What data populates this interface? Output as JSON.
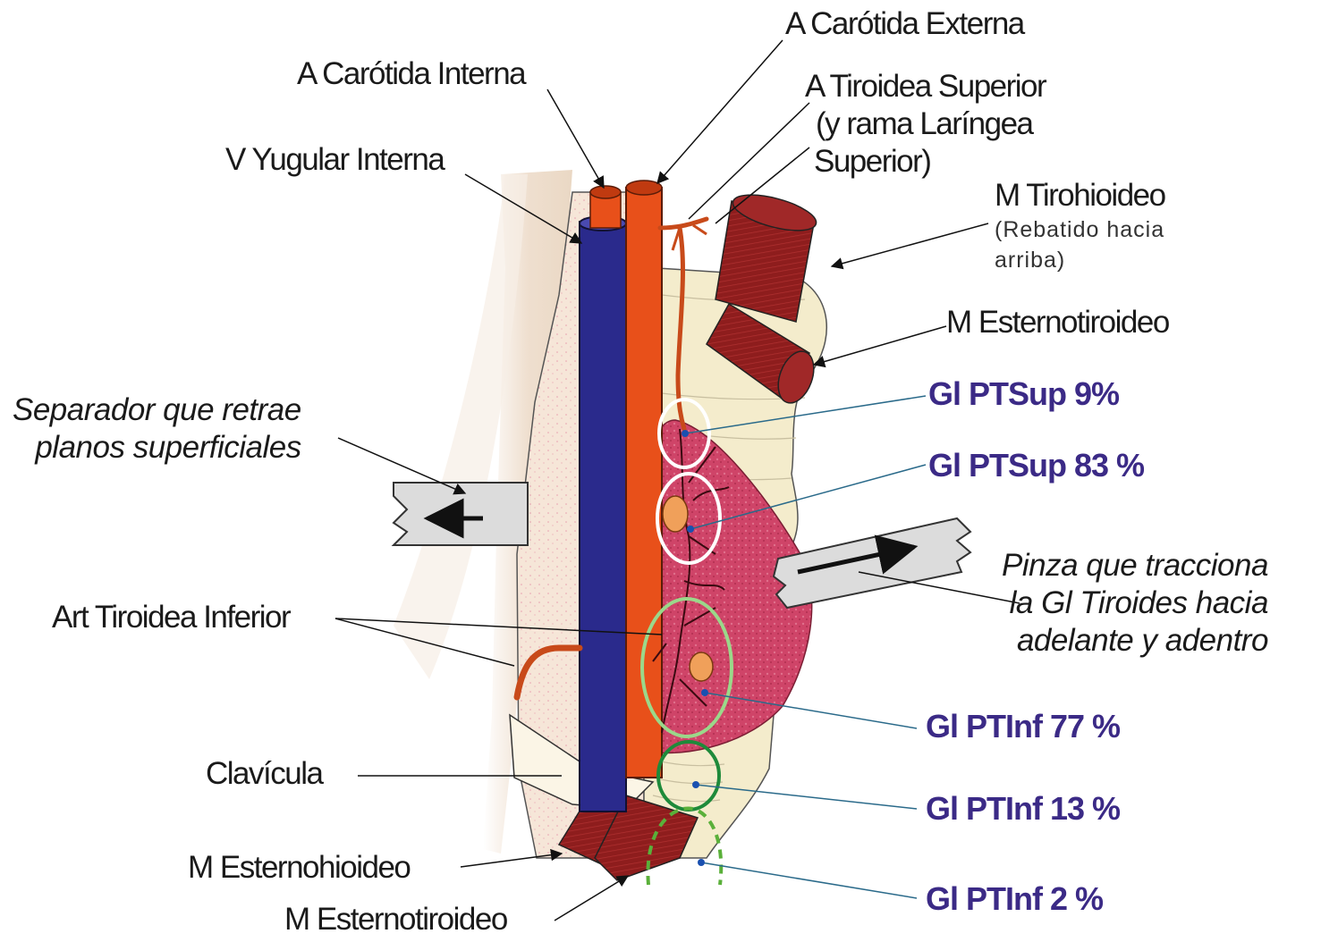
{
  "labels": {
    "carotida_externa": "A Carótida Externa",
    "carotida_interna": "A Carótida Interna",
    "tiroidea_superior": [
      "A Tiroidea Superior",
      "(y rama Laríngea",
      "Superior)"
    ],
    "yugular_interna": "V Yugular Interna",
    "tirohioideo": "M Tirohioideo",
    "tirohioideo_note": [
      "(Rebatido hacia",
      "arriba)"
    ],
    "esternotiroideo_upper": "M Esternotiroideo",
    "separador": [
      "Separador que retrae",
      "planos superficiales"
    ],
    "pinza": [
      "Pinza que tracciona",
      "la Gl Tiroides hacia",
      "adelante y adentro"
    ],
    "art_tiroidea_inferior": "Art Tiroidea Inferior",
    "clavicula": "Clavícula",
    "esternohioideo": "M Esternohioideo",
    "esternotiroideo_lower": "M Esternotiroideo"
  },
  "glands": [
    {
      "label": "Gl PTSup 9%"
    },
    {
      "label": "Gl PTSup 83 %"
    },
    {
      "label": "Gl PTInf 77 %"
    },
    {
      "label": "Gl PTInf 13 %"
    },
    {
      "label": "Gl PTInf 2 %"
    }
  ],
  "colors": {
    "gland_label": "#3b2a86",
    "vein": "#2a2a8c",
    "artery": "#e8501a",
    "muscle": "#8e1d1d",
    "thyroid": "#d04468",
    "tissue": "#f4eccc",
    "skin": "#f0e2d2",
    "circle_white": "#ffffff",
    "circle_light_green": "#9bd88a",
    "circle_dark_green": "#1e8a3a",
    "pointer_line": "#2a6a8a"
  }
}
